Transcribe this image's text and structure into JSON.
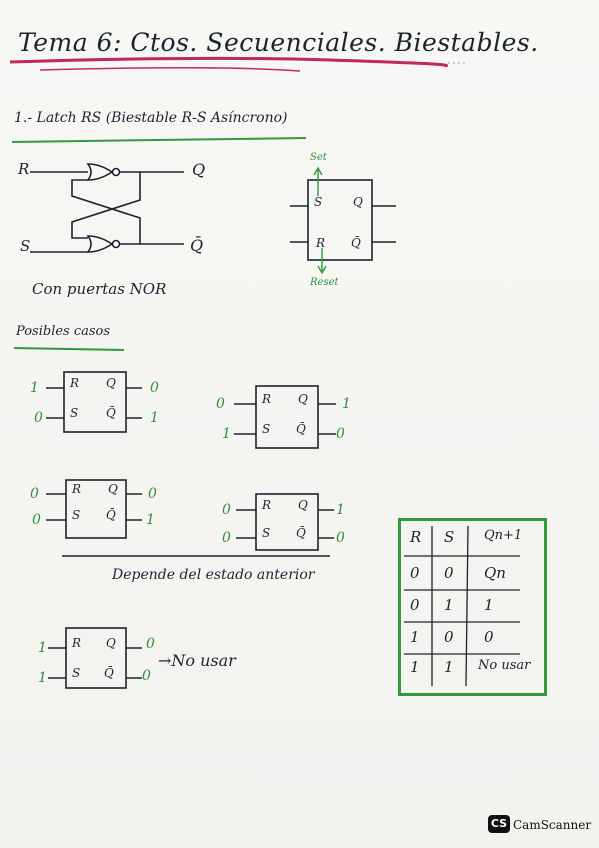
{
  "title": "Tema 6: Ctos. Secuenciales. Biestables.",
  "section1": {
    "heading": "1.- Latch RS (Biestable R-S Asíncrono)",
    "circuit": {
      "input_r": "R",
      "input_s": "S",
      "output_q": "Q",
      "output_qbar": "Q̄"
    },
    "caption": "Con puertas NOR",
    "block": {
      "set_label": "Set",
      "reset_label": "Reset",
      "pin_s": "S",
      "pin_r": "R",
      "pin_q": "Q",
      "pin_qbar": "Q̄"
    }
  },
  "section2": {
    "heading": "Posibles casos",
    "cases": [
      {
        "r": "1",
        "s": "0",
        "q": "0",
        "qbar": "1"
      },
      {
        "r": "0",
        "s": "1",
        "q": "1",
        "qbar": "0"
      },
      {
        "r": "0",
        "s": "0",
        "q": "0",
        "qbar": "1"
      },
      {
        "r": "0",
        "s": "0",
        "q": "1",
        "qbar": "0"
      },
      {
        "r": "1",
        "s": "1",
        "q": "0",
        "qbar": "0"
      }
    ],
    "note_depends": "Depende del estado anterior",
    "note_no_usar": "→No usar"
  },
  "truth_table": {
    "headers": [
      "R",
      "S",
      "Qn+1"
    ],
    "rows": [
      [
        "0",
        "0",
        "Qn"
      ],
      [
        "0",
        "1",
        "1"
      ],
      [
        "1",
        "0",
        "0"
      ],
      [
        "1",
        "1",
        "No usar"
      ]
    ]
  },
  "footer": {
    "logo": "CS",
    "brand": "CamScanner"
  },
  "colors": {
    "ink": "#1c2330",
    "green": "#2f8f3a",
    "pink": "#c2275e"
  }
}
